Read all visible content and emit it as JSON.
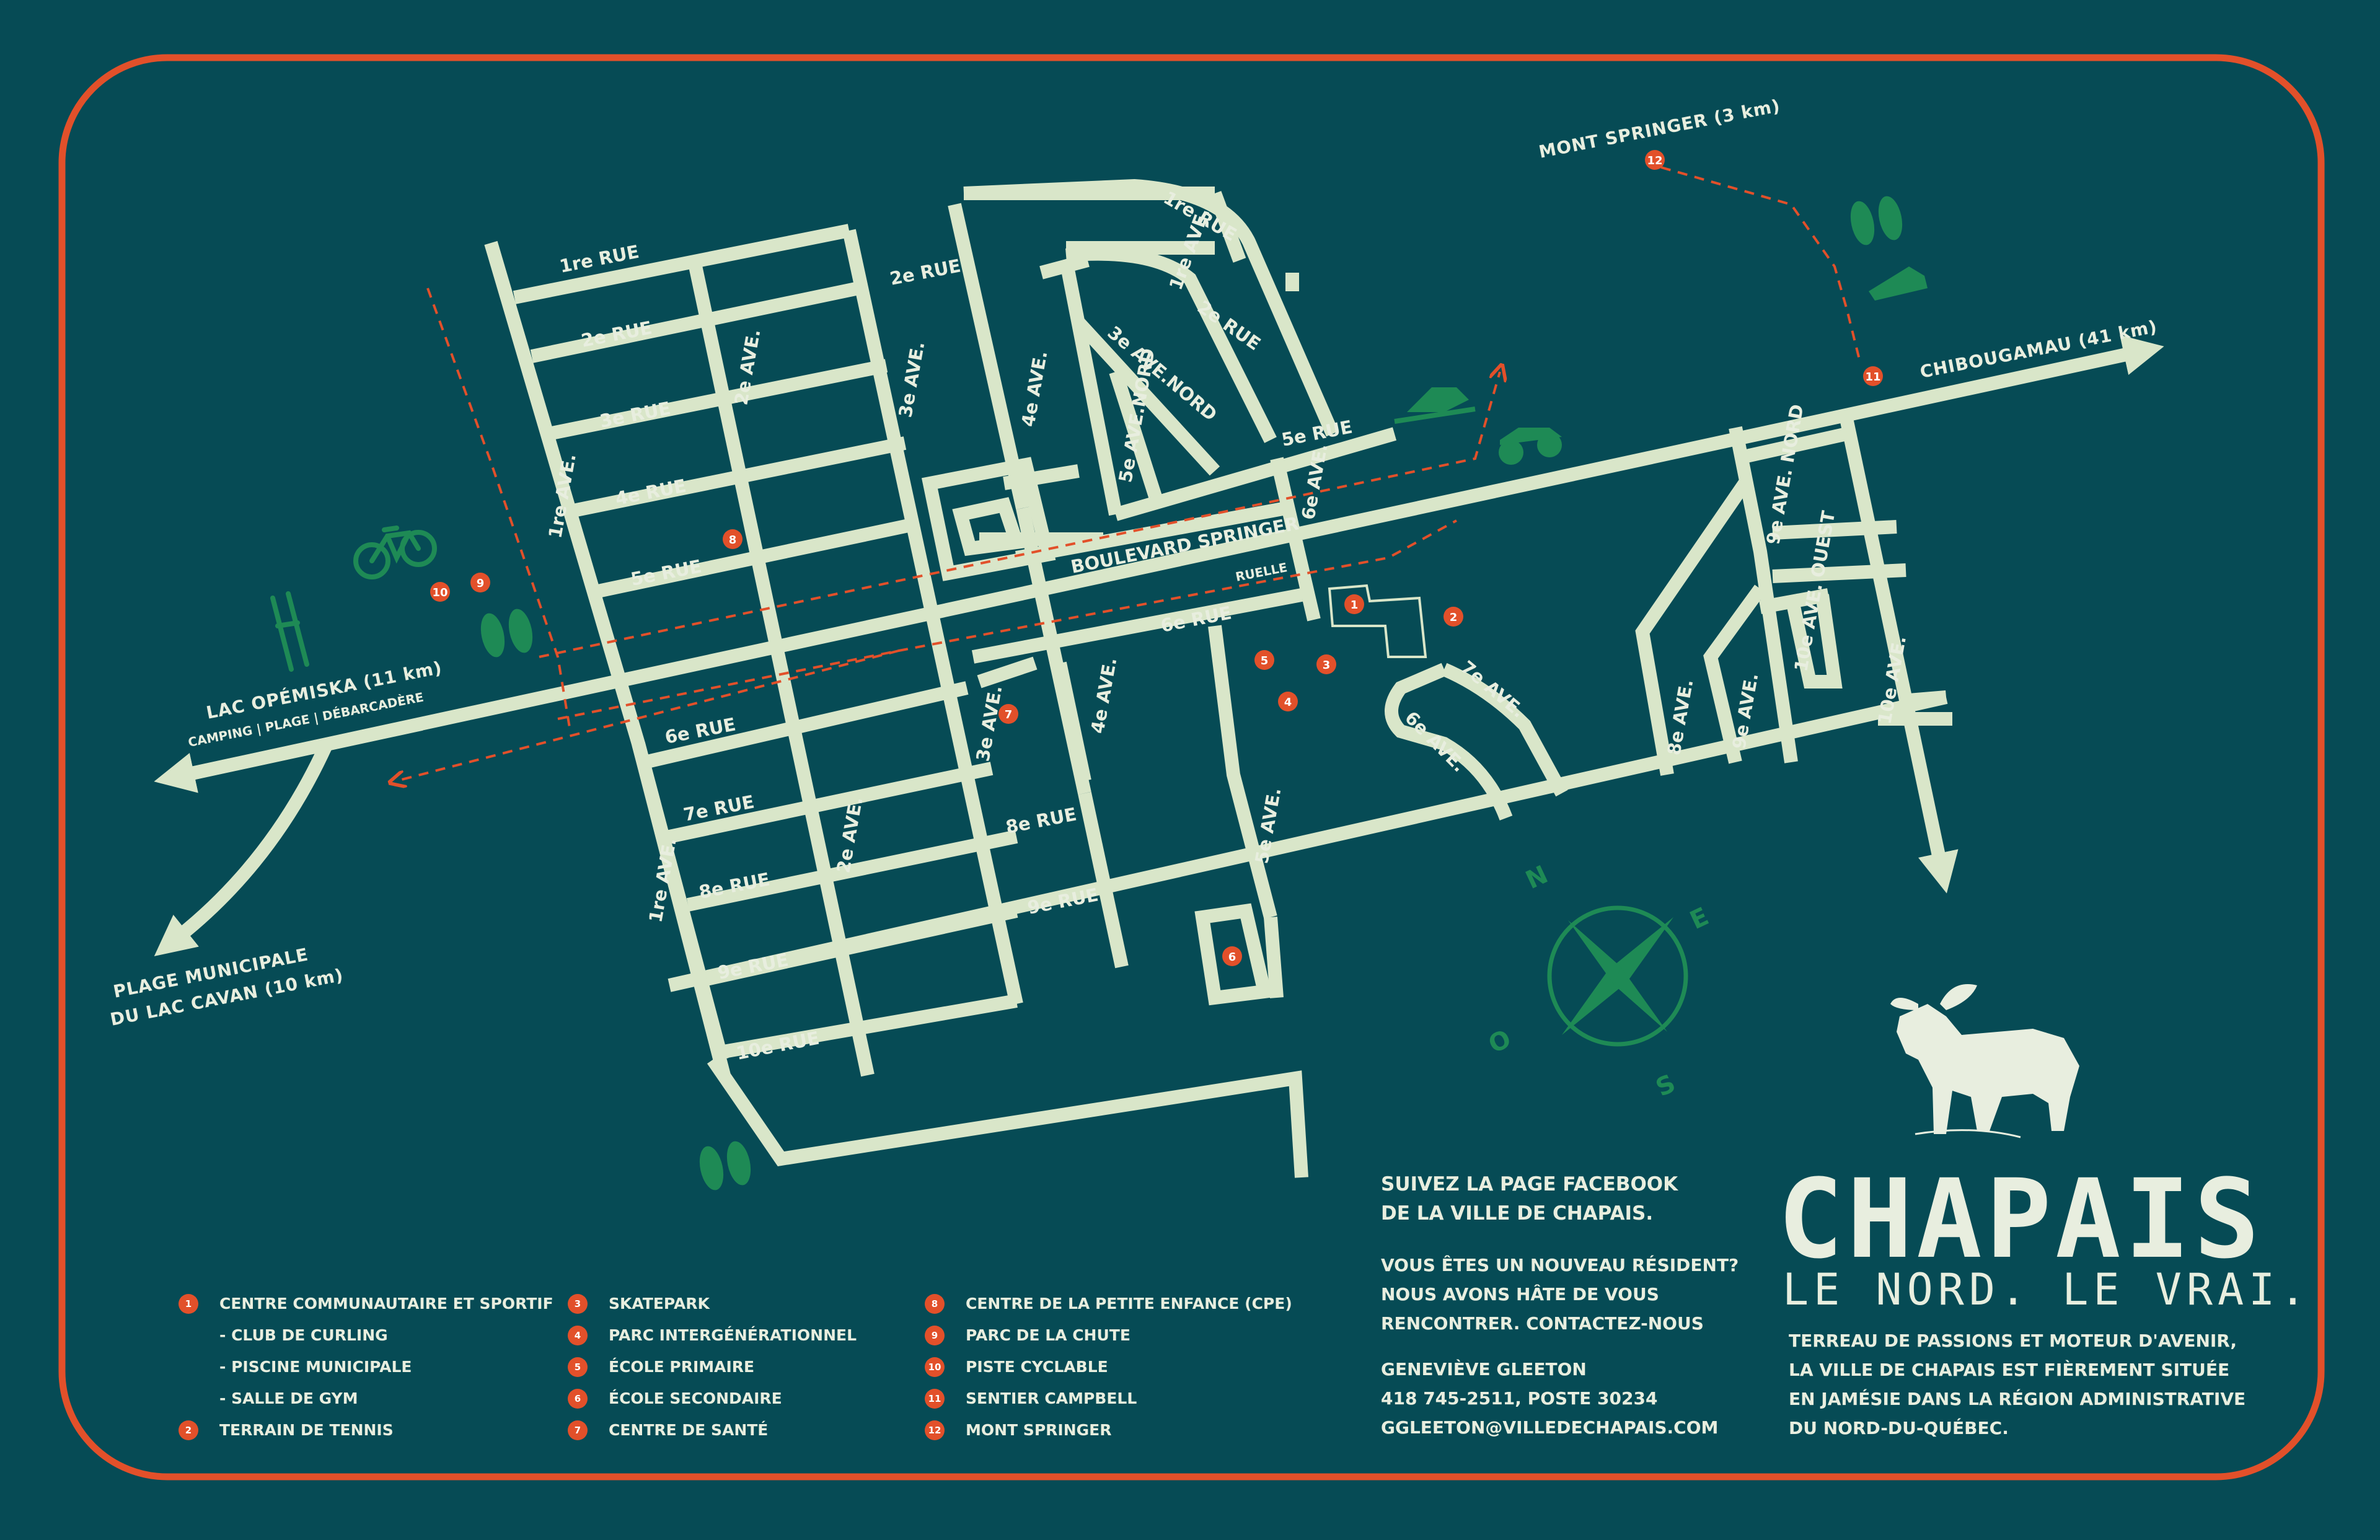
{
  "colors": {
    "background": "#064b55",
    "frame": "#e2502a",
    "streets": "#d9e6c9",
    "poi": "#e2502a",
    "icons": "#1e8a55",
    "text": "#e8eedf"
  },
  "map": {
    "streets": {
      "rue1_left": "1re RUE",
      "rue2_left": "2e RUE",
      "rue3_left": "3e RUE",
      "rue4_left": "4e RUE",
      "rue5_left": "5e RUE",
      "rue6_left": "6e RUE",
      "rue7_left": "7e RUE",
      "rue8_left": "8e RUE",
      "rue9_left": "9e RUE",
      "rue10_left": "10e RUE",
      "rue2_center": "2e RUE",
      "rue1_curve": "1re RUE",
      "rue2_curve": "2e RUE",
      "rue5_center": "5e RUE",
      "rue6_center": "6e RUE",
      "rue8_center": "8e RUE",
      "rue9_center": "9e RUE",
      "ave1_top": "1re AVE.",
      "ave2_top": "2e AVE.",
      "ave3_top": "3e AVE.",
      "ave4_top": "4e AVE.",
      "ave1_bottom": "1re AVE.",
      "ave2_bottom": "2e AVE.",
      "ave3_bottom": "3e AVE.",
      "ave4_bottom": "4e AVE.",
      "ave5_bottom": "5e AVE.",
      "ave1_curve": "1re AVE.",
      "ave3_nord": "3e AVE.NORD",
      "ave5_nord": "5e AVE.NORD",
      "ave6": "6e AVE.",
      "ave7": "7e AVE.",
      "ave6_b": "6e AVE.",
      "ave8": "8e AVE.",
      "ave9": "9e AVE.",
      "ave9_nord": "9e AVE. NORD",
      "ave10_ouest": "10e AVE. OUEST",
      "ave10": "10e AVE.",
      "boulevard": "BOULEVARD SPRINGER",
      "ruelle": "RUELLE"
    },
    "destinations": {
      "mont_springer": "MONT SPRINGER (3 km)",
      "chibougamau": "CHIBOUGAMAU (41 km)",
      "lac_opemiska": "LAC OPÉMISKA (11 km)",
      "lac_opemiska_sub": "CAMPING | PLAGE | DÉBARCADÈRE",
      "plage_line1": "PLAGE MUNICIPALE",
      "plage_line2": "DU LAC CAVAN (10 km)"
    },
    "poi_numbers": [
      "1",
      "2",
      "3",
      "4",
      "5",
      "6",
      "7",
      "8",
      "9",
      "10",
      "11",
      "12"
    ],
    "compass": {
      "n": "N",
      "e": "E",
      "s": "S",
      "o": "O"
    },
    "icons": [
      "bicycle-icon",
      "cross-country-ski-icon",
      "snowshoe-icon",
      "snowmobile-icon",
      "atv-icon",
      "hiking-shoe-icon",
      "moose-icon"
    ]
  },
  "legend": {
    "col1": [
      {
        "num": "1",
        "label": "CENTRE COMMUNAUTAIRE ET SPORTIF"
      },
      {
        "num": "",
        "label": "- CLUB DE CURLING"
      },
      {
        "num": "",
        "label": "- PISCINE MUNICIPALE"
      },
      {
        "num": "",
        "label": "- SALLE DE GYM"
      },
      {
        "num": "2",
        "label": "TERRAIN DE TENNIS"
      }
    ],
    "col2": [
      {
        "num": "3",
        "label": "SKATEPARK"
      },
      {
        "num": "4",
        "label": "PARC INTERGÉNÉRATIONNEL"
      },
      {
        "num": "5",
        "label": "ÉCOLE PRIMAIRE"
      },
      {
        "num": "6",
        "label": "ÉCOLE SECONDAIRE"
      },
      {
        "num": "7",
        "label": "CENTRE DE SANTÉ"
      }
    ],
    "col3": [
      {
        "num": "8",
        "label": "CENTRE DE LA PETITE ENFANCE (CPE)"
      },
      {
        "num": "9",
        "label": "PARC DE LA CHUTE"
      },
      {
        "num": "10",
        "label": "PISTE CYCLABLE"
      },
      {
        "num": "11",
        "label": "SENTIER CAMPBELL"
      },
      {
        "num": "12",
        "label": "MONT SPRINGER"
      }
    ]
  },
  "contact": {
    "fb1": "SUIVEZ LA PAGE FACEBOOK",
    "fb2": "DE LA VILLE DE CHAPAIS.",
    "new1": "VOUS ÊTES UN NOUVEAU RÉSIDENT?",
    "new2": "NOUS AVONS HÂTE DE VOUS",
    "new3": "RENCONTRER. CONTACTEZ-NOUS",
    "name": "GENEVIÈVE GLEETON",
    "phone": "418 745-2511, POSTE 30234",
    "email": "GGLEETON@VILLEDECHAPAIS.COM"
  },
  "brand": {
    "title": "CHAPAIS",
    "slogan": "LE NORD. LE VRAI.",
    "desc1": "TERREAU DE PASSIONS ET MOTEUR D'AVENIR,",
    "desc2": "LA VILLE DE CHAPAIS EST FIÈREMENT SITUÉE",
    "desc3": "EN JAMÉSIE DANS LA RÉGION ADMINISTRATIVE",
    "desc4": "DU NORD-DU-QUÉBEC."
  }
}
